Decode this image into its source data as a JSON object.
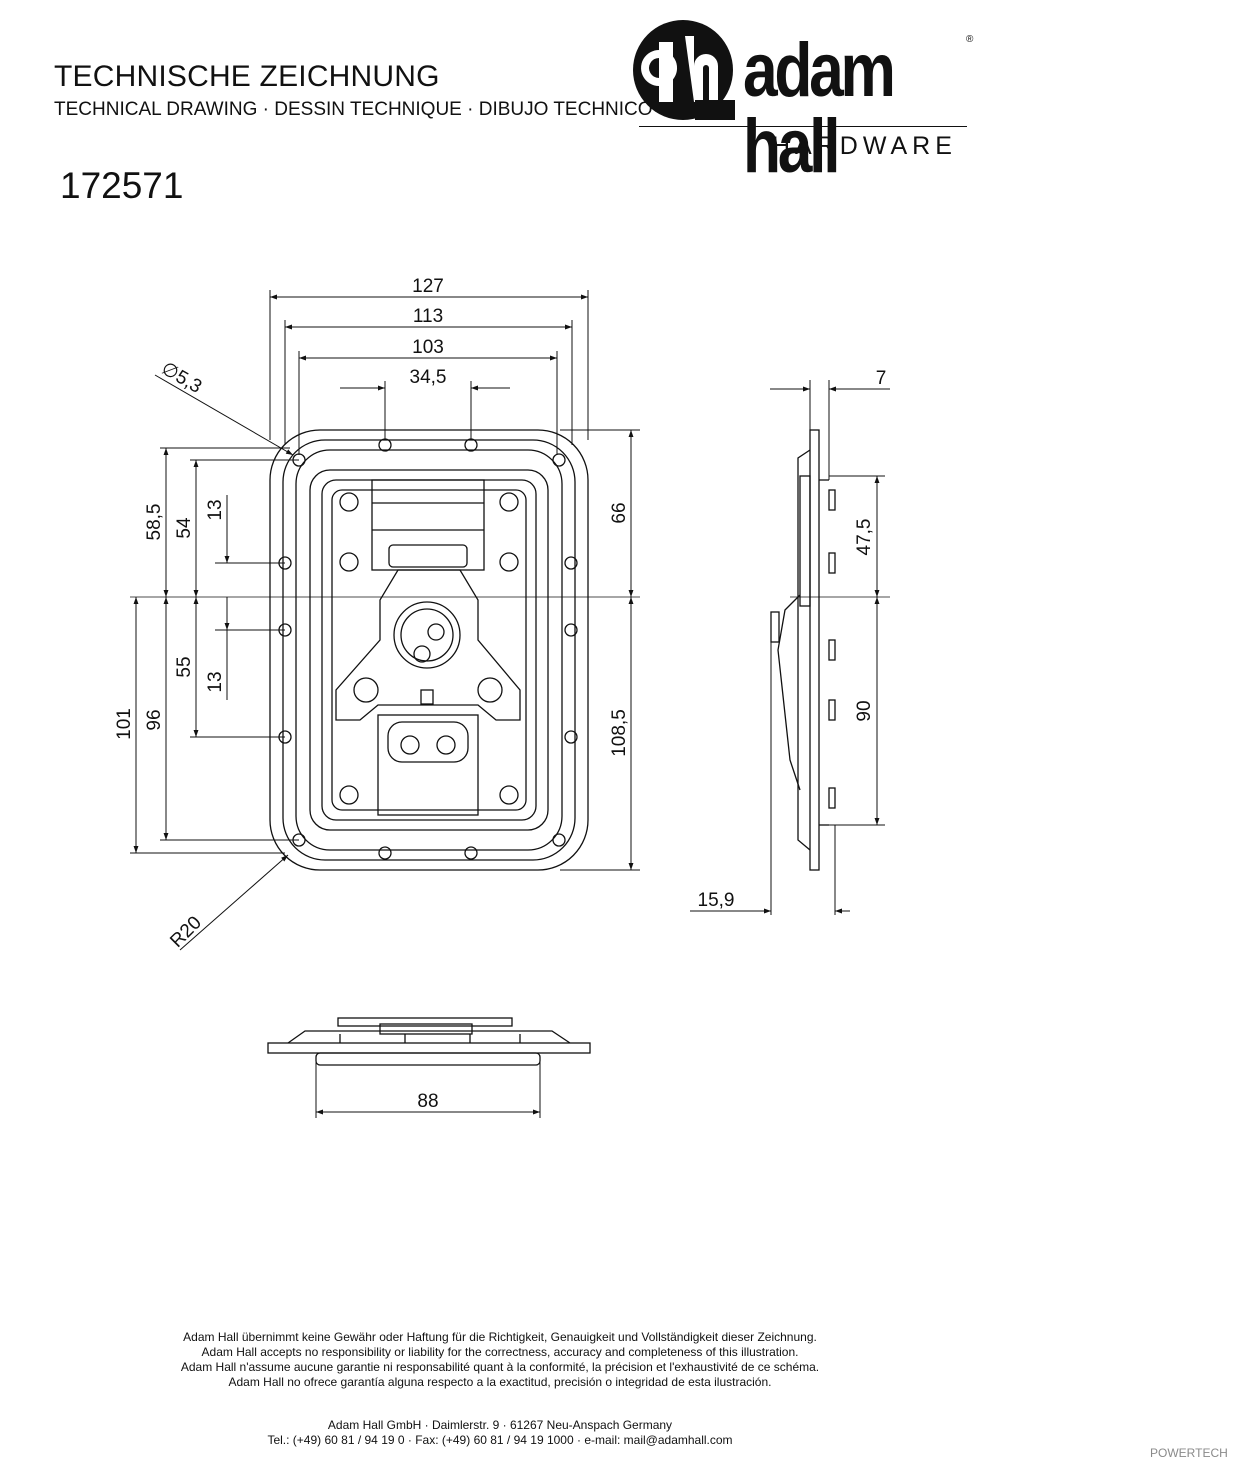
{
  "header": {
    "title": "TECHNISCHE ZEICHNUNG",
    "subtitle": "TECHNICAL DRAWING · DESSIN TECHNIQUE · DIBUJO TECHNICO",
    "part_number": "172571"
  },
  "logo": {
    "wordmark": "adam hall",
    "registered": "®",
    "tagline": "HARDWARE"
  },
  "dimensions": {
    "width_overall": "127",
    "width_inner": "113",
    "width_holes": "103",
    "width_top_holes": "34,5",
    "hole_diameter": "∅5,3",
    "upper_height_outer": "58,5",
    "upper_height_hole": "54",
    "upper_spacing": "13",
    "lower_spacing": "13",
    "lower_height_hole": "55",
    "lower_height_outer": "96",
    "lower_height_total": "101",
    "right_upper": "66",
    "right_lower": "108,5",
    "corner_radius": "R20",
    "side_thickness": "7",
    "side_upper": "47,5",
    "side_lower": "90",
    "side_depth": "15,9",
    "bottom_width": "88"
  },
  "footer": {
    "disclaimer": [
      "Adam Hall übernimmt keine Gewähr oder Haftung für die Richtigkeit, Genauigkeit und Vollständigkeit dieser Zeichnung.",
      "Adam Hall accepts no responsibility or liability for the correctness, accuracy and completeness of this illustration.",
      "Adam Hall n'assume aucune garantie ni responsabilité quant à la conformité, la précision et l'exhaustivité de ce schéma.",
      "Adam Hall no ofrece garantía alguna respecto a la exactitud, precisión o integridad de esta ilustración."
    ],
    "address_line": "Adam Hall GmbH · Daimlerstr. 9 · 61267 Neu-Anspach Germany",
    "contact_line": "Tel.: (+49) 60 81 / 94 19 0 · Fax: (+49) 60 81 / 94 19 1000 · e-mail: mail@adamhall.com"
  },
  "watermark": "POWERTECH"
}
